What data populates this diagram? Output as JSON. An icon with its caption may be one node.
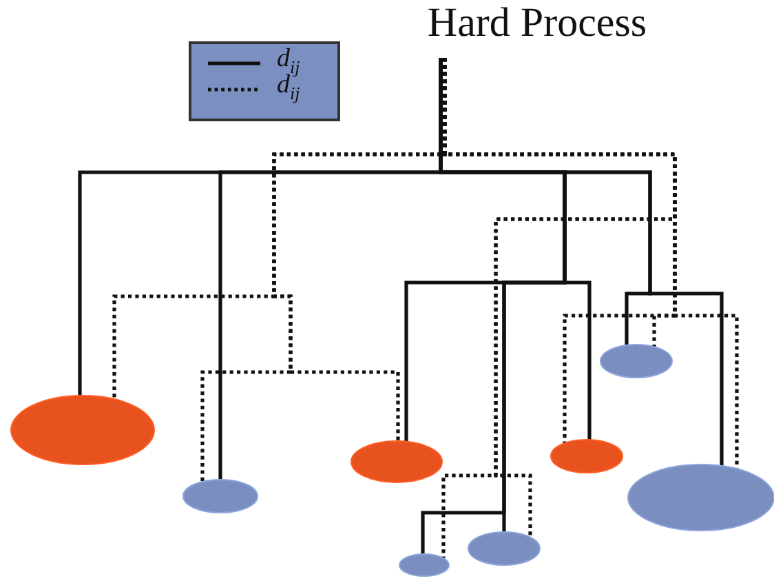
{
  "diagram": {
    "nodes": [
      {
        "text": [
          "Hard Process"
        ]
      },
      {
        "text": [],
        "shape": "ellipse"
      },
      {
        "text": [],
        "shape": "ellipse"
      },
      {
        "text": [],
        "shape": "ellipse"
      },
      {
        "text": [],
        "shape": "ellipse"
      },
      {
        "text": [],
        "shape": "ellipse"
      },
      {
        "text": [],
        "shape": "ellipse"
      },
      {
        "text": [],
        "shape": "ellipse"
      },
      {
        "text": [],
        "shape": "ellipse"
      }
    ],
    "edges": [
      {
        "from": 0,
        "to": 1,
        "arrow": "none"
      },
      {
        "from": 0,
        "to": 2,
        "arrow": "none"
      },
      {
        "from": 0,
        "to": 3,
        "arrow": "none"
      },
      {
        "from": 0,
        "to": 4,
        "arrow": "none"
      },
      {
        "from": 0,
        "to": 5,
        "arrow": "none"
      },
      {
        "from": 0,
        "to": 6,
        "arrow": "none"
      },
      {
        "from": 0,
        "to": 7,
        "arrow": "none"
      },
      {
        "from": 0,
        "to": 8,
        "arrow": "none"
      },
      {
        "from": 0,
        "to": 1,
        "arrow": "none",
        "style": "dashed"
      },
      {
        "from": 0,
        "to": 2,
        "arrow": "none",
        "style": "dashed"
      },
      {
        "from": 0,
        "to": 3,
        "arrow": "none",
        "style": "dashed"
      },
      {
        "from": 0,
        "to": 4,
        "arrow": "none",
        "style": "dashed"
      },
      {
        "from": 0,
        "to": 5,
        "arrow": "none",
        "style": "dashed"
      },
      {
        "from": 0,
        "to": 6,
        "arrow": "none",
        "style": "dashed"
      },
      {
        "from": 0,
        "to": 7,
        "arrow": "none",
        "style": "dashed"
      },
      {
        "from": 0,
        "to": 8,
        "arrow": "none",
        "style": "dashed"
      }
    ],
    "legend": [
      {
        "text": "d$_{ij}$"
      },
      {
        "text": "d$_{ij}$"
      }
    ]
  }
}
